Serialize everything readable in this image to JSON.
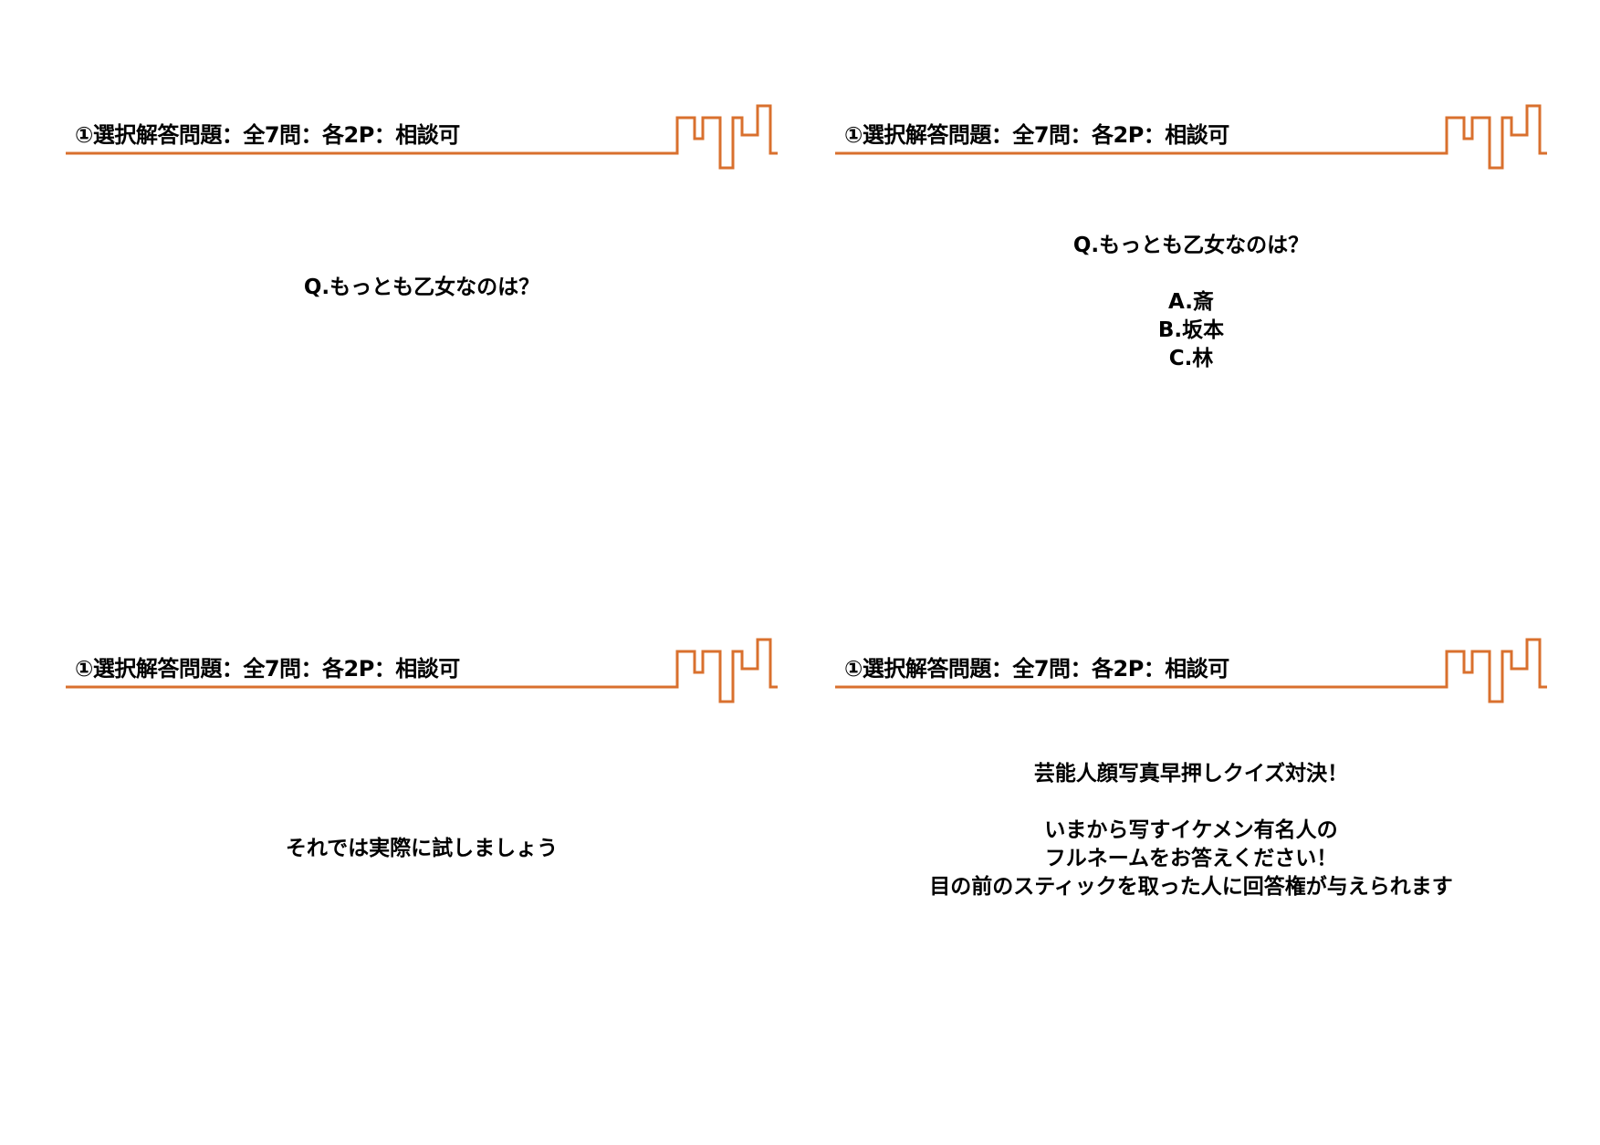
{
  "accent_color": "#D9702E",
  "slides": [
    {
      "header": "①選択解答問題：全7問：各2P：相談可",
      "body": [
        "Q.もっとも乙女なのは？"
      ]
    },
    {
      "header": "①選択解答問題：全7問：各2P：相談可",
      "question": "Q.もっとも乙女なのは？",
      "options": [
        "A.斎",
        "B.坂本",
        "C.林"
      ]
    },
    {
      "header": "①選択解答問題：全7問：各2P：相談可",
      "body": [
        "それでは実際に試しましょう"
      ]
    },
    {
      "header": "①選択解答問題：全7問：各2P：相談可",
      "title": "芸能人顔写真早押しクイズ対決！",
      "lines": [
        "いまから写すイケメン有名人の",
        "フルネームをお答えください！",
        "目の前のスティックを取った人に回答権が与えられます"
      ]
    }
  ]
}
